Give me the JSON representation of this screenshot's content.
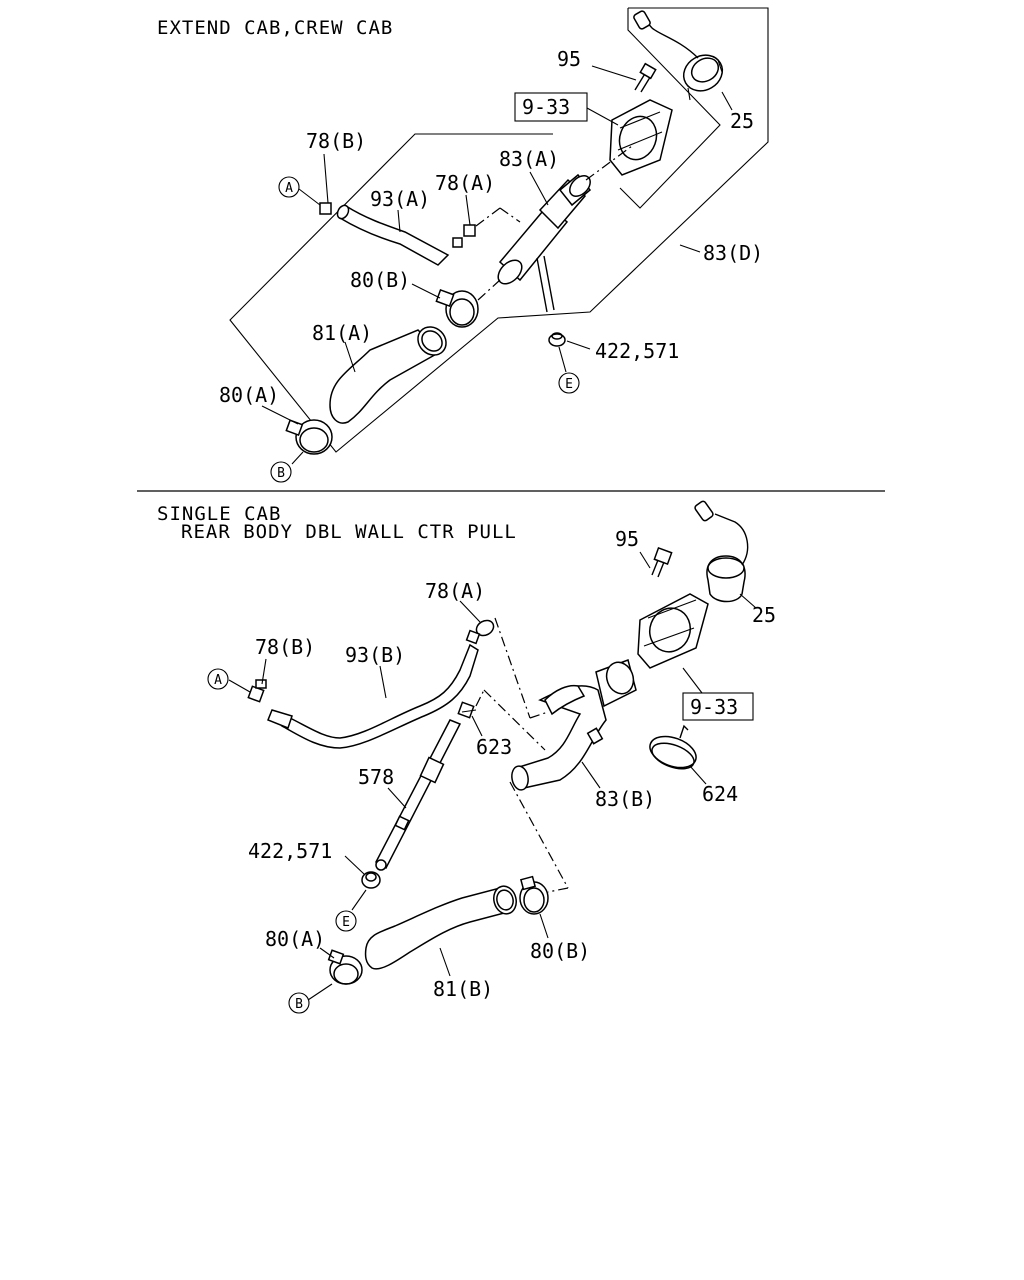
{
  "sections": [
    {
      "header_lines": [
        "EXTEND CAB,CREW CAB"
      ],
      "labels": {
        "p95": "95",
        "p9_33": "9-33",
        "p25": "25",
        "p78b": "78(B)",
        "p83a": "83(A)",
        "p78a": "78(A)",
        "p93a": "93(A)",
        "p83d": "83(D)",
        "p80b": "80(B)",
        "p81a": "81(A)",
        "p422": "422,571",
        "p80a": "80(A)"
      },
      "refs": {
        "a": "A",
        "b": "B",
        "e": "E"
      }
    },
    {
      "header_lines": [
        "SINGLE CAB",
        "REAR BODY DBL WALL CTR PULL"
      ],
      "labels": {
        "p95": "95",
        "p25": "25",
        "p78a": "78(A)",
        "p78b": "78(B)",
        "p93b": "93(B)",
        "p9_33": "9-33",
        "p623": "623",
        "p578": "578",
        "p83b": "83(B)",
        "p624": "624",
        "p422": "422,571",
        "p80a": "80(A)",
        "p80b": "80(B)",
        "p81b": "81(B)"
      },
      "refs": {
        "a": "A",
        "b": "B",
        "e": "E"
      }
    }
  ]
}
